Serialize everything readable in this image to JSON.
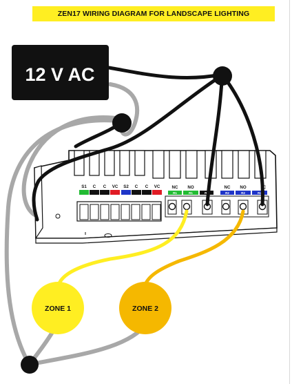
{
  "title": "ZEN17 WIRING DIAGRAM FOR LANDSCAPE LIGHTING",
  "power_source": {
    "label": "12 V AC"
  },
  "terminals_left": [
    "S1",
    "C",
    "C",
    "VC",
    "S2",
    "C",
    "C",
    "VC"
  ],
  "terminals_relay1": {
    "labels": [
      "NC",
      "NO",
      "C"
    ],
    "sub": [
      "R1",
      "R1",
      "R1"
    ]
  },
  "terminals_relay2": {
    "labels": [
      "NC",
      "NO",
      "C"
    ],
    "sub": [
      "R2",
      "R2",
      "R2"
    ]
  },
  "zones": [
    {
      "label": "ZONE 1"
    },
    {
      "label": "ZONE 2"
    }
  ],
  "colors": {
    "banner": "#ffee22",
    "zone1": "#ffee22",
    "zone2": "#f5b800",
    "wire_black": "#111111",
    "wire_grey": "#a8a8a8",
    "green": "#22bb33",
    "red": "#e01b24",
    "blue": "#1e35c8"
  }
}
